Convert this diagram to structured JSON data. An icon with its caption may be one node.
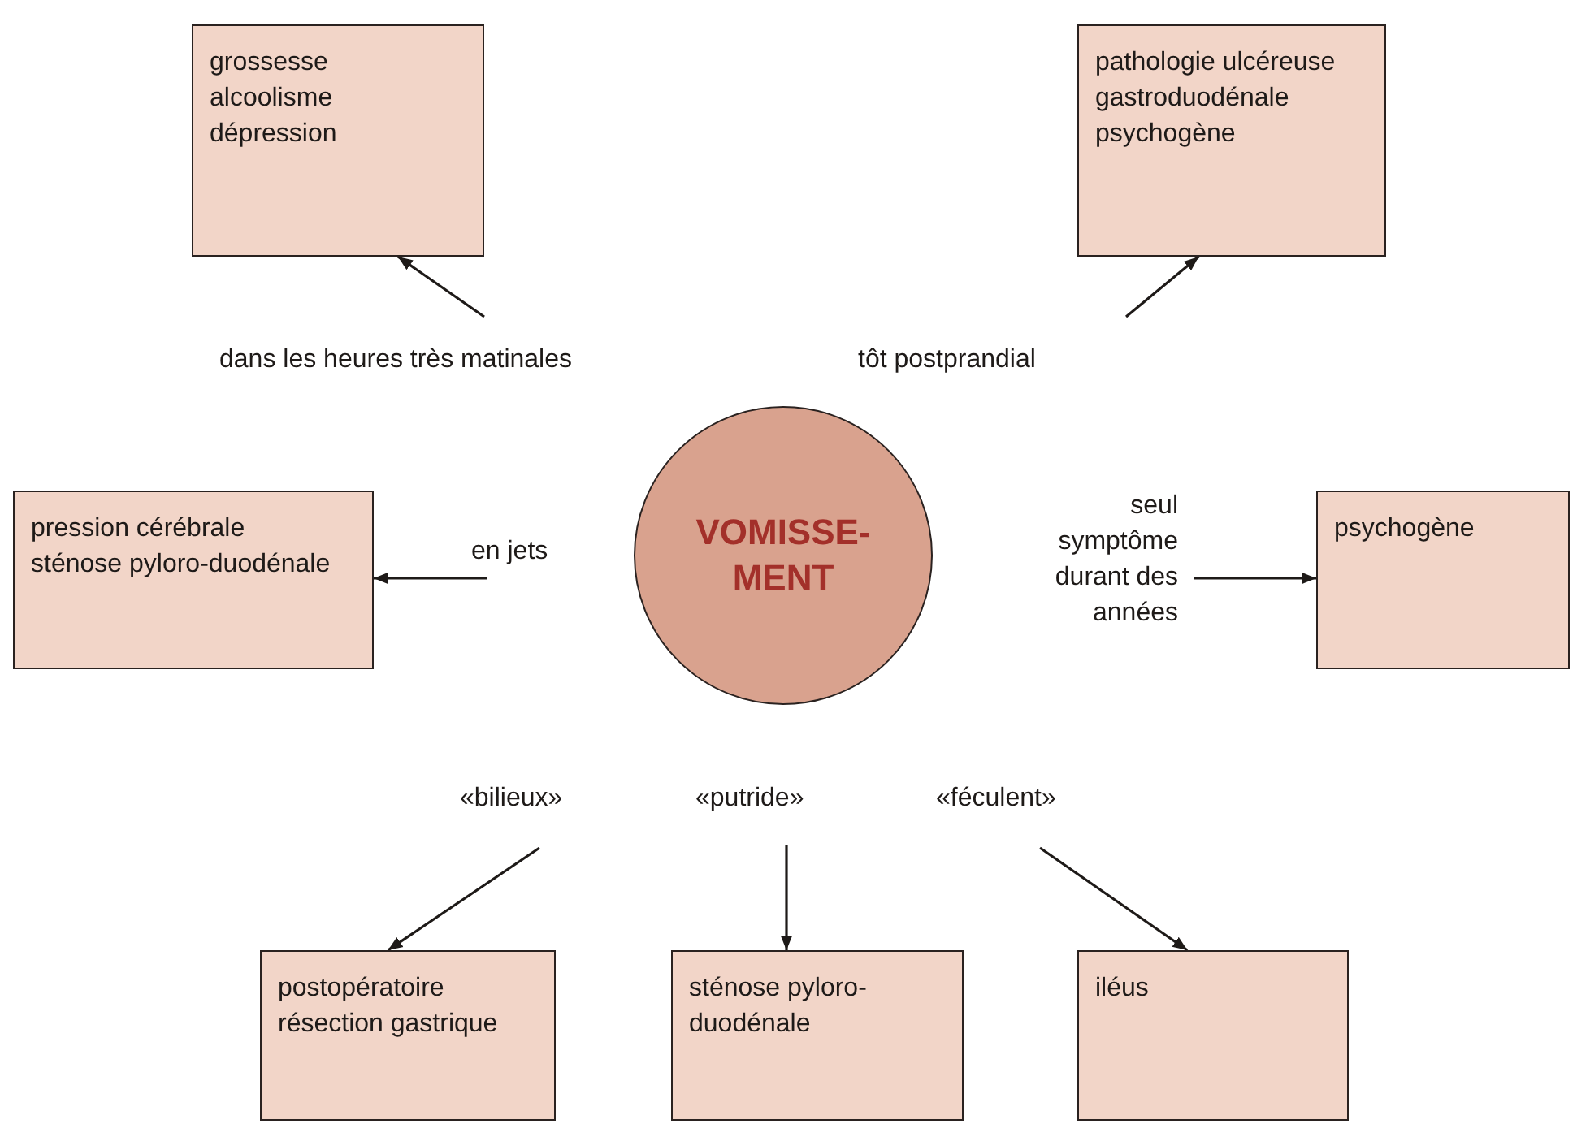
{
  "diagram": {
    "nodes": [
      {
        "text": [
          "VOMISSE-MENT"
        ]
      },
      {
        "text": [
          "grossesse",
          "alcoolisme",
          "dépression"
        ]
      },
      {
        "text": [
          "pathologie ulcéreuse gastroduodénale",
          "psychogène"
        ]
      },
      {
        "text": [
          "pression cérébrale",
          "sténose pyloro-duodénale"
        ]
      },
      {
        "text": [
          "psychogène"
        ]
      },
      {
        "text": [
          "postopératoire",
          "résection gastrique"
        ]
      },
      {
        "text": [
          "sténose pyloro-duodénale"
        ]
      },
      {
        "text": [
          "iléus"
        ]
      }
    ],
    "edges": [
      {
        "from": null,
        "to": 1,
        "arrow": "to",
        "label": "dans les heures très matinales"
      },
      {
        "from": null,
        "to": 2,
        "arrow": "to",
        "label": "tôt postprandial"
      },
      {
        "from": null,
        "to": 3,
        "arrow": "to",
        "label": "en jets"
      },
      {
        "from": null,
        "to": 4,
        "arrow": "to",
        "label": "seul symptôme durant des années"
      },
      {
        "from": null,
        "to": 5,
        "arrow": "to",
        "label": "«bilieux»"
      },
      {
        "from": null,
        "to": 6,
        "arrow": "to",
        "label": "«putride»"
      },
      {
        "from": null,
        "to": 7,
        "arrow": "to",
        "label": "«féculent»"
      }
    ]
  }
}
